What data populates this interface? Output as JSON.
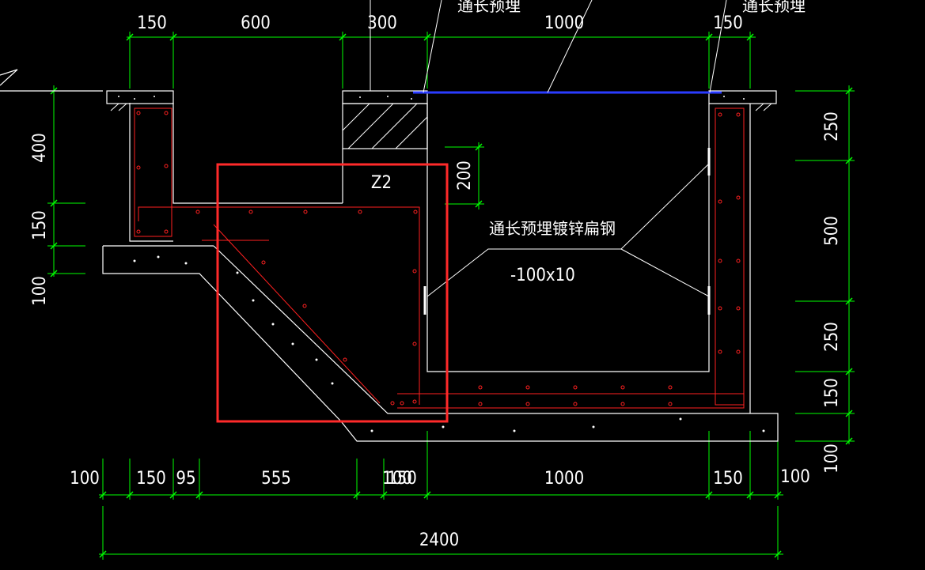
{
  "drawing": {
    "top_dims": [
      "150",
      "600",
      "300",
      "1000",
      "150"
    ],
    "bottom_dims": [
      "100",
      "150",
      "95",
      "555",
      "100",
      "150",
      "1000",
      "150",
      "100"
    ],
    "total_dim": "2400",
    "left_dims": [
      "400",
      "150",
      "100"
    ],
    "right_dims": [
      "250",
      "500",
      "250",
      "150",
      "100"
    ],
    "inner_dim": "200",
    "labels": {
      "z2": "Z2",
      "embed_left": "通长预埋",
      "embed_right": "通长预埋",
      "galv_steel": "通长预埋镀锌扁钢",
      "steel_size": "-100x10"
    }
  },
  "colors": {
    "background": "#000000",
    "outline": "#ffffff",
    "dimension": "#00ff00",
    "rebar": "#ff2020",
    "highlight": "#ff2a2a",
    "embed": "#2a3bff"
  }
}
